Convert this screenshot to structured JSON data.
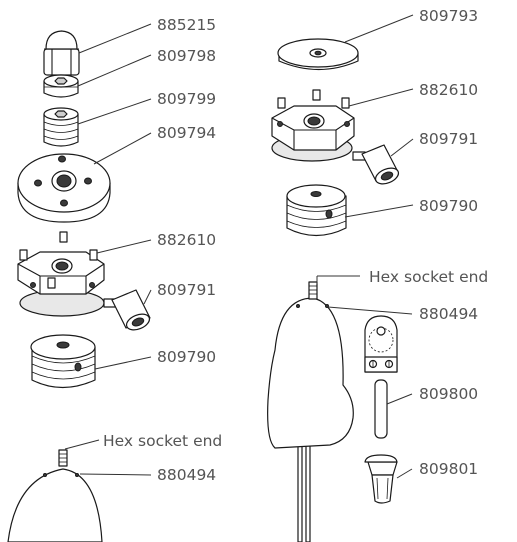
{
  "labels": {
    "left_cap": "885215",
    "left_washer": "809798",
    "left_threaded_insert": "809799",
    "left_disc": "809794",
    "left_clamp_screws": "882610",
    "left_knob": "809791",
    "left_base": "809790",
    "left_hex_note": "Hex socket end",
    "left_stud": "880494",
    "right_disc": "809793",
    "right_clamp_screws": "882610",
    "right_knob": "809791",
    "right_base": "809790",
    "right_hex_note": "Hex socket end",
    "right_stud": "880494",
    "bracket_rod": "809800",
    "end_cap": "809801"
  }
}
